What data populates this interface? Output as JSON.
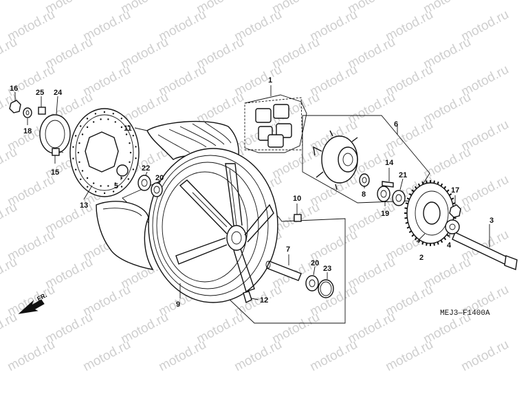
{
  "watermark_text": "motod.ru",
  "diagram_code": "MEJ3—F1400A",
  "front_marker": "FR.",
  "callouts": [
    {
      "id": "c1",
      "text": "1"
    },
    {
      "id": "c2",
      "text": "2"
    },
    {
      "id": "c3",
      "text": "3"
    },
    {
      "id": "c4",
      "text": "4"
    },
    {
      "id": "c5",
      "text": "5"
    },
    {
      "id": "c6",
      "text": "6"
    },
    {
      "id": "c7",
      "text": "7"
    },
    {
      "id": "c8",
      "text": "8"
    },
    {
      "id": "c9",
      "text": "9"
    },
    {
      "id": "c10",
      "text": "10"
    },
    {
      "id": "c11",
      "text": "11"
    },
    {
      "id": "c12",
      "text": "12"
    },
    {
      "id": "c13",
      "text": "13"
    },
    {
      "id": "c14",
      "text": "14"
    },
    {
      "id": "c15",
      "text": "15"
    },
    {
      "id": "c16",
      "text": "16"
    },
    {
      "id": "c17",
      "text": "17"
    },
    {
      "id": "c18",
      "text": "18"
    },
    {
      "id": "c19",
      "text": "19"
    },
    {
      "id": "c20a",
      "text": "20"
    },
    {
      "id": "c20b",
      "text": "20"
    },
    {
      "id": "c21",
      "text": "21"
    },
    {
      "id": "c22",
      "text": "22"
    },
    {
      "id": "c23",
      "text": "23"
    },
    {
      "id": "c24",
      "text": "24"
    },
    {
      "id": "c25",
      "text": "25"
    }
  ]
}
